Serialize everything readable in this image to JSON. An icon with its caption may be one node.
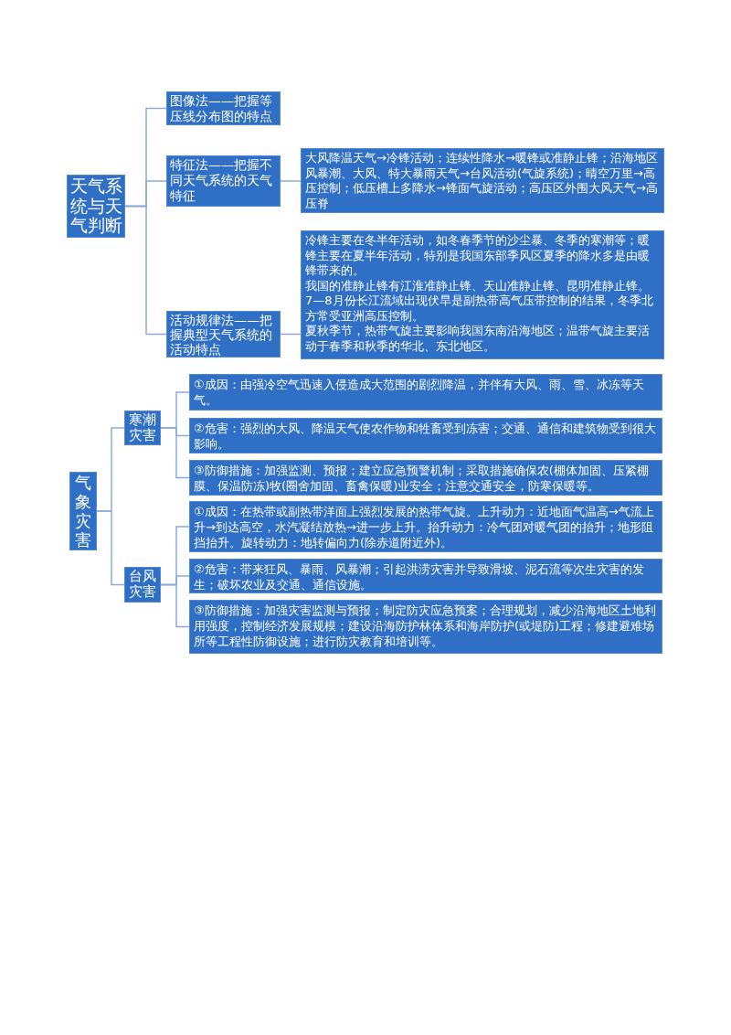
{
  "diagram": {
    "nodes": [
      {
        "text": [
          "天气系统与天气判断"
        ]
      },
      {
        "text": [
          "图像法——把握等压线分布图的特点"
        ]
      },
      {
        "text": [
          "特征法——把握不同天气系统的天气特征"
        ]
      },
      {
        "text": [
          "大风降温天气→冷锋活动；连续性降水→暖锋或准静止锋；沿海地区风暴潮、大风、特大暴雨天气→台风活动(气旋系统)；晴空万里→高压控制；低压槽上多降水→锋面气旋活动；高压区外围大风天气→高压脊"
        ]
      },
      {
        "text": [
          "活动规律法——把握典型天气系统的活动特点"
        ]
      },
      {
        "text": [
          "冷锋主要在冬半年活动，如冬春季节的沙尘暴、冬季的寒潮等；暖锋主要在夏半年活动，特别是我国东部季风区夏季的降水多是由暖锋带来的。",
          "我国的准静止锋有江淮准静止锋、天山准静止锋、昆明准静止锋。",
          "7—8月份长江流域出现伏旱是副热带高气压带控制的结果，冬季北方常受亚洲高压控制。",
          "夏秋季节，热带气旋主要影响我国东南沿海地区；温带气旋主要活动于春季和秋季的华北、东北地区。"
        ]
      },
      {
        "text": [
          "气象灾害"
        ]
      },
      {
        "text": [
          "寒潮灾害"
        ]
      },
      {
        "text": [
          "①成因：由强冷空气迅速入侵造成大范围的剧烈降温，并伴有大风、雨、雪、冰冻等天气。"
        ]
      },
      {
        "text": [
          "②危害：强烈的大风、降温天气使农作物和牲畜受到冻害；交通、通信和建筑物受到很大影响。"
        ]
      },
      {
        "text": [
          "③防御措施：加强监测、预报；建立应急预警机制；采取措施确保农(棚体加固、压紧棚膜、保温防冻)牧(圈舍加固、畜禽保暖)业安全；注意交通安全，防寒保暖等。"
        ]
      },
      {
        "text": [
          "台风灾害"
        ]
      },
      {
        "text": [
          "①成因：在热带或副热带洋面上强烈发展的热带气旋。上升动力：近地面气温高→气流上升→到达高空，水汽凝结放热→进一步上升。抬升动力：冷气团对暖气团的抬升；地形阻挡抬升。旋转动力：地转偏向力(除赤道附近外)。"
        ]
      },
      {
        "text": [
          "②危害：带来狂风、暴雨、风暴潮；引起洪涝灾害并导致滑坡、泥石流等次生灾害的发生；破坏农业及交通、通信设施。"
        ]
      },
      {
        "text": [
          "③防御措施：加强灾害监测与预报；制定防灾应急预案；合理规划，减少沿海地区土地利用强度，控制经济发展规模；建设沿海防护林体系和海岸防护(或堤防)工程；修建避难场所等工程性防御设施；进行防灾教育和培训等。"
        ]
      }
    ],
    "edges": [
      {
        "from": 0,
        "to": 1,
        "arrow": "none"
      },
      {
        "from": 0,
        "to": 2,
        "arrow": "none"
      },
      {
        "from": 0,
        "to": 4,
        "arrow": "none"
      },
      {
        "from": 2,
        "to": 3,
        "arrow": "none"
      },
      {
        "from": 4,
        "to": 5,
        "arrow": "none"
      },
      {
        "from": 6,
        "to": 7,
        "arrow": "none"
      },
      {
        "from": 6,
        "to": 11,
        "arrow": "none"
      },
      {
        "from": 7,
        "to": 8,
        "arrow": "none"
      },
      {
        "from": 7,
        "to": 9,
        "arrow": "none"
      },
      {
        "from": 7,
        "to": 10,
        "arrow": "none"
      },
      {
        "from": 11,
        "to": 12,
        "arrow": "none"
      },
      {
        "from": 11,
        "to": 13,
        "arrow": "none"
      },
      {
        "from": 11,
        "to": 14,
        "arrow": "none"
      }
    ]
  }
}
